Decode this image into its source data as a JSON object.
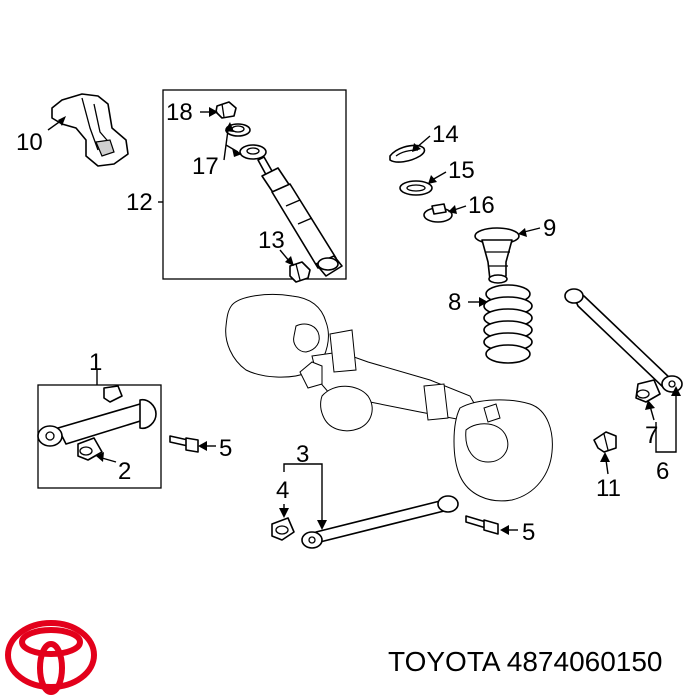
{
  "callouts": {
    "c1": "1",
    "c2": "2",
    "c3": "3",
    "c4": "4",
    "c5a": "5",
    "c5b": "5",
    "c6": "6",
    "c7": "7",
    "c8": "8",
    "c9": "9",
    "c10": "10",
    "c11": "11",
    "c12": "12",
    "c13": "13",
    "c14": "14",
    "c15": "15",
    "c16": "16",
    "c17": "17",
    "c18": "18"
  },
  "caption": {
    "brand": "TOYOTA",
    "part_number": "4874060150"
  },
  "colors": {
    "logo": "#e3001b",
    "line": "#000000",
    "background": "#ffffff"
  },
  "logo_icon": "toyota-logo"
}
